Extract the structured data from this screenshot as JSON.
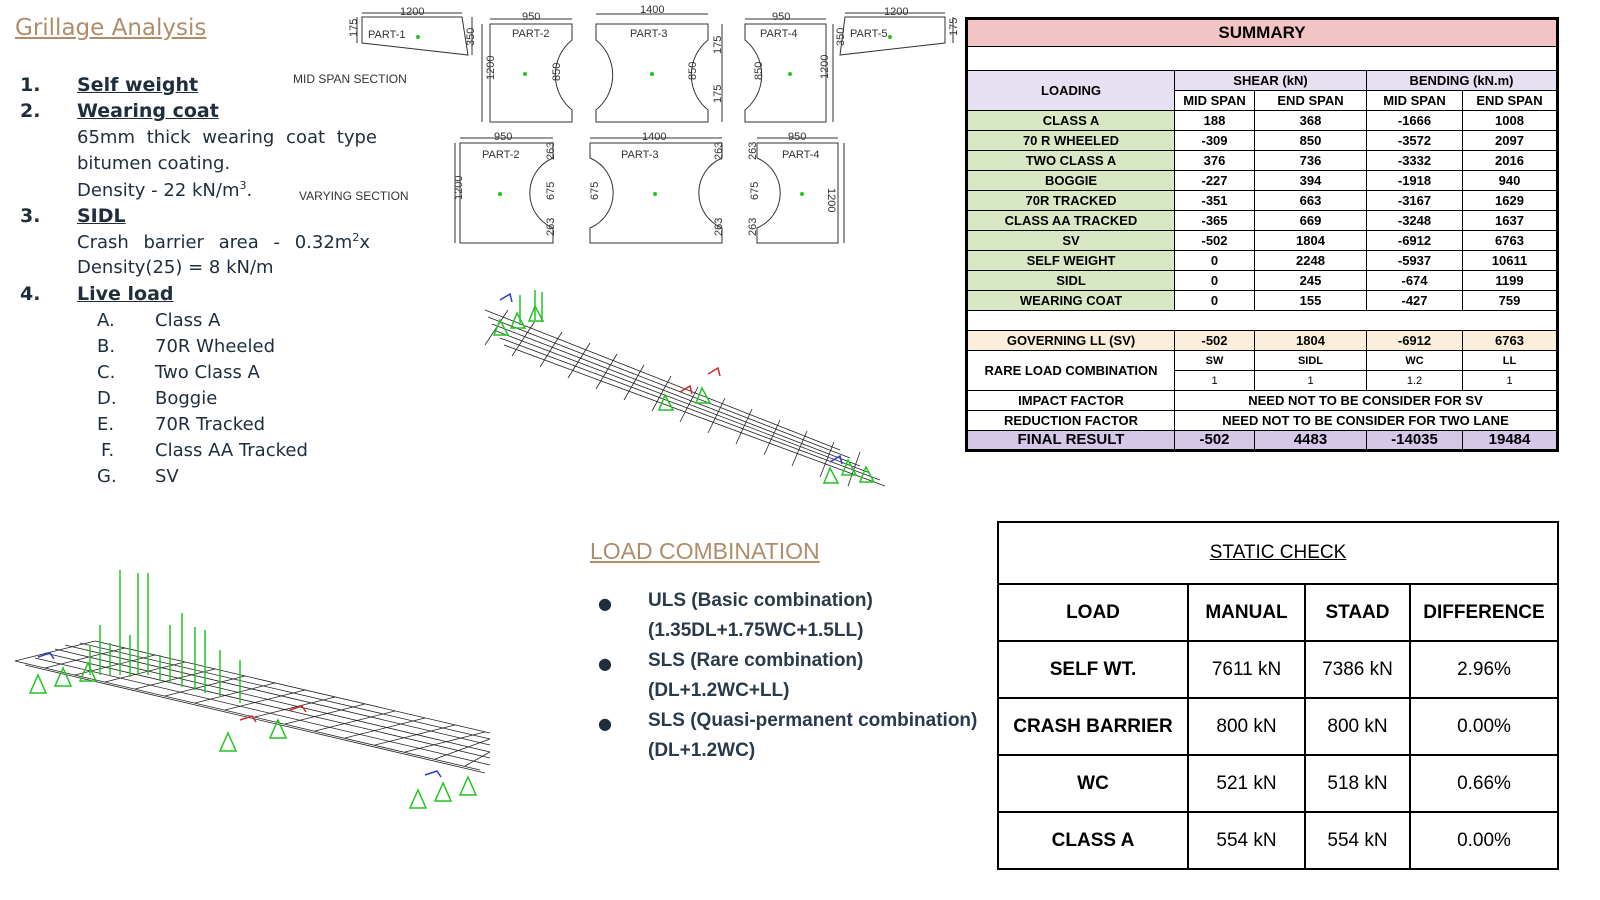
{
  "title": "Grillage Analysis",
  "items": [
    {
      "num": "1.",
      "head": "Self weight"
    },
    {
      "num": "2.",
      "head": "Wearing coat",
      "lines": [
        "65mm thick wearing coat type",
        "bitumen coating.",
        "Density - 22 kN/m",
        "3",
        "."
      ]
    },
    {
      "num": "3.",
      "head": "SIDL",
      "lines": [
        "Crash barrier area - 0.32m",
        "2",
        "x",
        "Density(25) = 8 kN/m"
      ]
    },
    {
      "num": "4.",
      "head": "Live load"
    }
  ],
  "live_loads": [
    {
      "letter": "A.",
      "label": "Class A"
    },
    {
      "letter": "B.",
      "label": "70R Wheeled"
    },
    {
      "letter": "C.",
      "label": "Two Class A"
    },
    {
      "letter": "D.",
      "label": "Boggie"
    },
    {
      "letter": "E.",
      "label": "70R Tracked"
    },
    {
      "letter": "F.",
      "label": "Class AA Tracked"
    },
    {
      "letter": "G.",
      "label": "SV"
    }
  ],
  "sections": {
    "mid_span_label": "MID SPAN SECTION",
    "varying_label": "VARYING SECTION",
    "mid_parts": [
      {
        "name": "PART-1",
        "dims": [
          "1200",
          "175",
          "350"
        ]
      },
      {
        "name": "PART-2",
        "dims": [
          "950",
          "1200",
          "850"
        ]
      },
      {
        "name": "PART-3",
        "dims": [
          "1400",
          "850",
          "175",
          "175"
        ]
      },
      {
        "name": "PART-4",
        "dims": [
          "950",
          "850",
          "350",
          "1200"
        ]
      },
      {
        "name": "PART-5",
        "dims": [
          "1200",
          "175"
        ]
      }
    ],
    "vary_parts": [
      {
        "name": "PART-2",
        "dims": [
          "950",
          "1200",
          "675",
          "263",
          "263"
        ]
      },
      {
        "name": "PART-3",
        "dims": [
          "1400",
          "675",
          "263",
          "263"
        ]
      },
      {
        "name": "PART-4",
        "dims": [
          "950",
          "675",
          "263",
          "263",
          "1200"
        ]
      }
    ]
  },
  "summary": {
    "title": "SUMMARY",
    "col_loading": "LOADING",
    "col_shear": "SHEAR (kN)",
    "col_bending": "BENDING (kN.m)",
    "sub": [
      "MID SPAN",
      "END SPAN",
      "MID SPAN",
      "END SPAN"
    ],
    "rows": [
      [
        "CLASS A",
        "188",
        "368",
        "-1666",
        "1008"
      ],
      [
        "70 R WHEELED",
        "-309",
        "850",
        "-3572",
        "2097"
      ],
      [
        "TWO CLASS A",
        "376",
        "736",
        "-3332",
        "2016"
      ],
      [
        "BOGGIE",
        "-227",
        "394",
        "-1918",
        "940"
      ],
      [
        "70R TRACKED",
        "-351",
        "663",
        "-3167",
        "1629"
      ],
      [
        "CLASS AA TRACKED",
        "-365",
        "669",
        "-3248",
        "1637"
      ],
      [
        "SV",
        "-502",
        "1804",
        "-6912",
        "6763"
      ],
      [
        "SELF WEIGHT",
        "0",
        "2248",
        "-5937",
        "10611"
      ],
      [
        "SIDL",
        "0",
        "245",
        "-674",
        "1199"
      ],
      [
        "WEARING COAT",
        "0",
        "155",
        "-427",
        "759"
      ]
    ],
    "governing": [
      "GOVERNING LL (SV)",
      "-502",
      "1804",
      "-6912",
      "6763"
    ],
    "rare_label": "RARE LOAD COMBINATION",
    "rare_heads": [
      "SW",
      "SIDL",
      "WC",
      "LL"
    ],
    "rare_factors": [
      "1",
      "1",
      "1.2",
      "1"
    ],
    "impact_label": "IMPACT FACTOR",
    "impact_text": "NEED NOT TO BE CONSIDER FOR SV",
    "reduction_label": "REDUCTION FACTOR",
    "reduction_text": "NEED NOT TO BE CONSIDER FOR TWO LANE",
    "final": [
      "FINAL RESULT",
      "-502",
      "4483",
      "-14035",
      "19484"
    ]
  },
  "load_combination": {
    "title": "LOAD COMBINATION",
    "bullet": "●",
    "lines": [
      "ULS (Basic combination)",
      "(1.35DL+1.75WC+1.5LL)",
      "SLS (Rare combination)",
      "(DL+1.2WC+LL)",
      "SLS (Quasi-permanent combination)",
      "(DL+1.2WC)"
    ]
  },
  "static_check": {
    "title": "STATIC CHECK",
    "headers": [
      "LOAD",
      "MANUAL",
      "STAAD",
      "DIFFERENCE"
    ],
    "rows": [
      [
        "SELF WT.",
        "7611 kN",
        "7386 kN",
        "2.96%"
      ],
      [
        "CRASH BARRIER",
        "800 kN",
        "800 kN",
        "0.00%"
      ],
      [
        "WC",
        "521 kN",
        "518 kN",
        "0.66%"
      ],
      [
        "CLASS A",
        "554 kN",
        "554 kN",
        "0.00%"
      ]
    ]
  },
  "colors": {
    "accent": "#b08d6a",
    "text": "#1f2d3d",
    "support": "#22c422",
    "summary_title": "#f2c4c4",
    "summary_green": "#d8e8c4",
    "summary_final": "#d4c7e8"
  }
}
